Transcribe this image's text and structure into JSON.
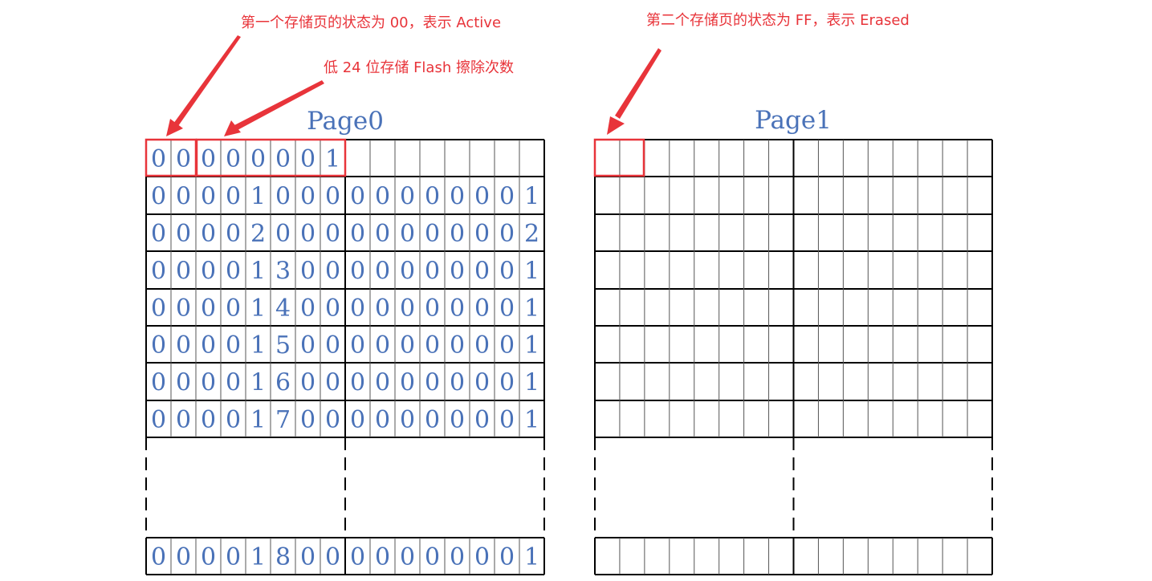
{
  "colors": {
    "digit": "#4a72b8",
    "title": "#4a72b8",
    "annotation": "#e8343a",
    "highlight": "#e8343a",
    "grid_thick": "#000000",
    "grid_thin": "#555555"
  },
  "annotations": {
    "status_page0": "第一个存储页的状态为 00，表示 Active",
    "erase_count": "低 24 位存储 Flash 擦除次数",
    "status_page1": "第二个存储页的状态为 FF，表示 Erased"
  },
  "pages": [
    {
      "title": "Page0",
      "header_digits": [
        "0",
        "0",
        "0",
        "0",
        "0",
        "0",
        "0",
        "1"
      ],
      "rows": [
        "0000100000000001",
        "0000200000000002",
        "0000130000000001",
        "0000140000000001",
        "0000150000000001",
        "0000160000000001",
        "0000170000000001"
      ],
      "last_row": "0000180000000001"
    },
    {
      "title": "Page1",
      "header_digits": [],
      "rows": [
        "",
        "",
        "",
        "",
        "",
        "",
        ""
      ],
      "last_row": ""
    }
  ]
}
